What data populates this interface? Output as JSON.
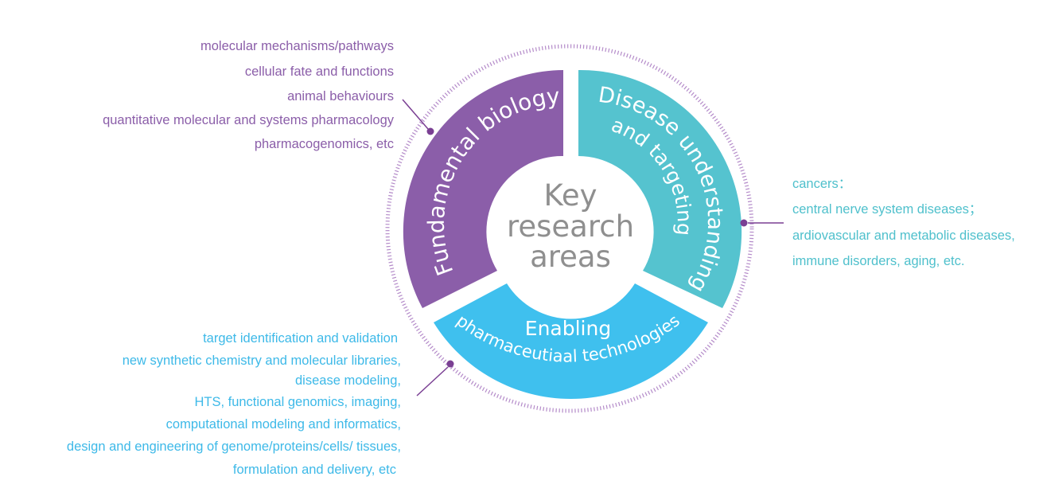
{
  "center": {
    "lines": [
      "Key",
      "research",
      "areas"
    ]
  },
  "segments": [
    {
      "id": "fundamental",
      "color": "#8b5ea9",
      "label_lines": [
        "Fundamental biology"
      ]
    },
    {
      "id": "disease",
      "color": "#55c3cf",
      "label_lines": [
        "Disease understanding",
        "and targeting"
      ]
    },
    {
      "id": "enabling",
      "color": "#3fc0ee",
      "label_lines": [
        "Enabling",
        "pharmaceutiaal technologies"
      ]
    }
  ],
  "outer_ring_color": "#b48bc9",
  "connector_color": "#7a3f93",
  "lists": {
    "fundamental": {
      "color": "#8b5ea9",
      "items": [
        "molecular mechanisms/pathways",
        "cellular fate and functions",
        "animal behaviours",
        "quantitative molecular and systems pharmacology",
        "pharmacogenomics, etc"
      ]
    },
    "disease": {
      "color": "#4fc0cc",
      "items": [
        "cancers：",
        "central nerve system diseases；",
        "ardiovascular and metabolic diseases,",
        "immune disorders, aging, etc."
      ]
    },
    "enabling": {
      "color": "#3db9e8",
      "items": [
        "target identification and validation",
        "new synthetic chemistry and molecular libraries,",
        "disease modeling,",
        "HTS, functional genomics, imaging,",
        "computational modeling and informatics,",
        "design and engineering of genome/proteins/cells/ tissues,",
        "formulation and delivery, etc"
      ]
    }
  }
}
